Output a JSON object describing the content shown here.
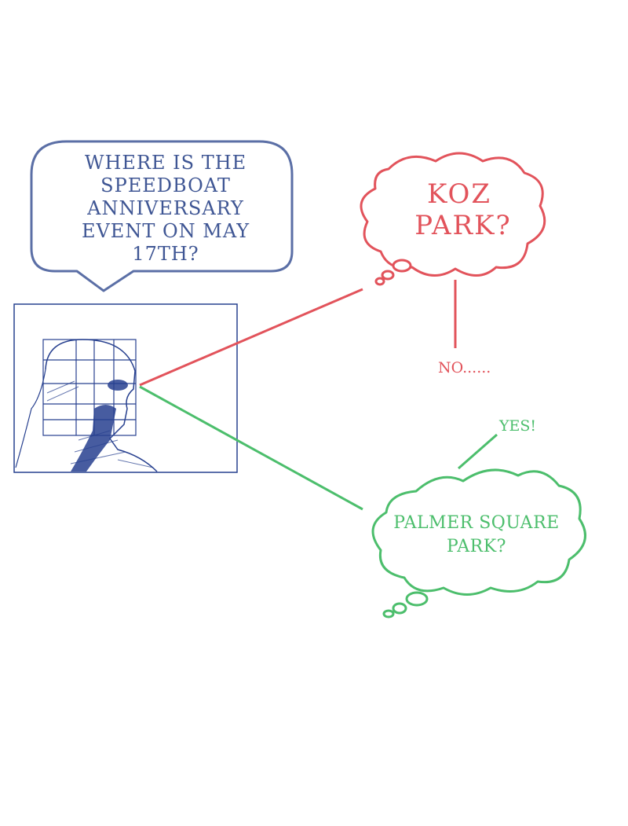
{
  "colors": {
    "blue": "#5b6fa6",
    "blue_text": "#3f5694",
    "red": "#e2535b",
    "green": "#4cbe6c",
    "sketch": "#27408f"
  },
  "speech_bubble": {
    "lines": [
      "WHERE IS THE",
      "SPEEDBOAT",
      "ANNIVERSARY",
      "EVENT ON MAY",
      "17TH?"
    ]
  },
  "thought_red": {
    "lines": [
      "KOZ",
      "PARK?"
    ],
    "answer": "NO......"
  },
  "thought_green": {
    "lines": [
      "PALMER SQUARE",
      "PARK?"
    ],
    "answer": "YES!"
  },
  "sketch": {
    "icon": "head-grid-sketch-icon"
  }
}
